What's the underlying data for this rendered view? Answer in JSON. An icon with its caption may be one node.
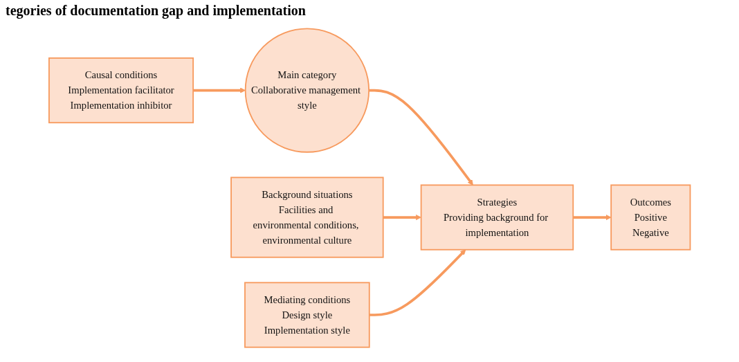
{
  "diagram": {
    "title": "tegories of documentation gap and implementation",
    "nodes": [
      {
        "text": [
          "Background situations",
          "Facilities and environmental conditions, environmental culture"
        ]
      },
      {
        "text": [
          "Causal conditions",
          "Implementation facilitator",
          "Implementation inhibitor"
        ]
      },
      {
        "text": [
          "Main category",
          "Collaborative management style"
        ]
      },
      {
        "text": [
          "Strategies",
          "Providing background for implementation"
        ]
      },
      {
        "text": [
          "Outcomes",
          "Positive",
          "Negative"
        ]
      },
      {
        "text": [
          "Mediating conditions",
          "Design style",
          "Implementation style"
        ]
      }
    ],
    "edges": [
      {
        "from": 1,
        "to": 2,
        "arrow": "to"
      },
      {
        "from": 2,
        "to": 3,
        "arrow": "to"
      },
      {
        "from": 0,
        "to": 3,
        "arrow": "to"
      },
      {
        "from": 5,
        "to": 3,
        "arrow": "to"
      },
      {
        "from": 3,
        "to": 4,
        "arrow": "to"
      }
    ]
  }
}
